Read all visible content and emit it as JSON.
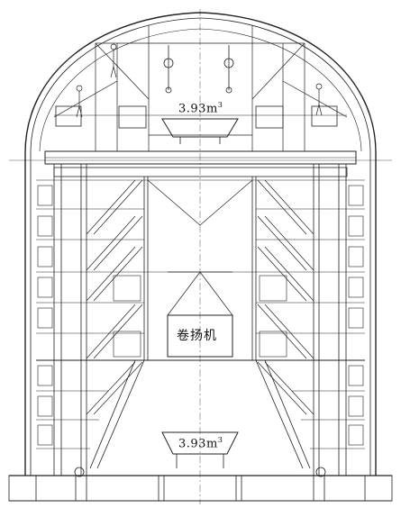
{
  "diagram": {
    "labels": {
      "top_hopper_volume": "3.93m",
      "bottom_hopper_volume": "3.93m",
      "volume_unit_exponent": "3",
      "winch_label": "卷扬机"
    }
  }
}
